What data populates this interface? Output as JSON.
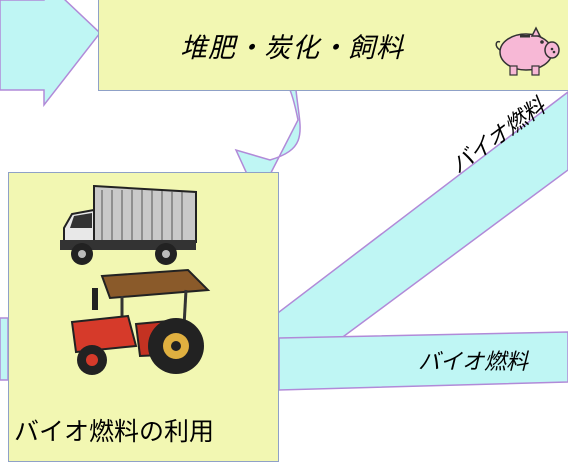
{
  "top_box": {
    "label": "堆肥・炭化・飼料",
    "icon": "piggy-bank-icon"
  },
  "left_box": {
    "caption": "バイオ燃料の利用",
    "icons": [
      "truck-icon",
      "tractor-icon"
    ]
  },
  "arrows": {
    "diagonal_label": "バイオ燃料",
    "bottom_label": "バイオ燃料"
  },
  "colors": {
    "arrow_fill": "#bff6f4",
    "arrow_stroke": "#b18ad8",
    "box_fill": "#f2f7b2",
    "box_border": "#8fa1c7"
  }
}
